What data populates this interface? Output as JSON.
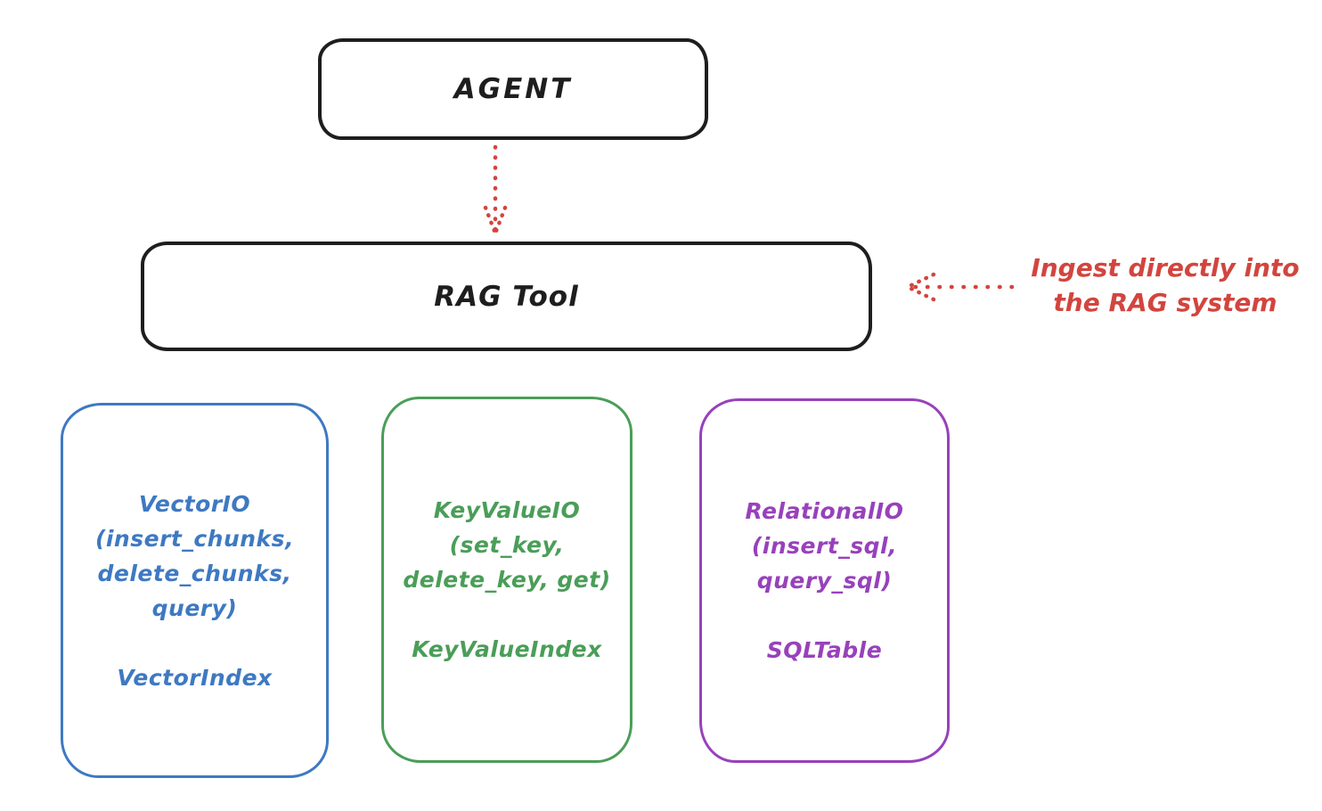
{
  "diagram": {
    "type": "hand-drawn architecture diagram",
    "background": "#ffffff",
    "nodes": {
      "agent": {
        "label": "AGENT",
        "border_color": "#1e1e1e"
      },
      "rag": {
        "label": "RAG Tool",
        "border_color": "#1e1e1e"
      },
      "vector": {
        "lines": [
          "VectorIO",
          "(insert_chunks,",
          "delete_chunks,",
          "query)"
        ],
        "footer": "VectorIndex",
        "color": "#3e79c2"
      },
      "keyvalue": {
        "lines": [
          "KeyValueIO",
          "(set_key,",
          "delete_key, get)"
        ],
        "footer": "KeyValueIndex",
        "color": "#4a9e58"
      },
      "relational": {
        "lines": [
          "RelationalIO",
          "(insert_sql,",
          "query_sql)"
        ],
        "footer": "SQLTable",
        "color": "#9841bb"
      }
    },
    "annotation": {
      "line1": "Ingest directly into",
      "line2": "the RAG system",
      "color": "#d2453e"
    },
    "arrows": {
      "agent_to_rag": {
        "style": "dotted",
        "direction": "down",
        "color": "#d2453e"
      },
      "ingest_to_rag": {
        "style": "dotted",
        "direction": "left",
        "color": "#d2453e"
      }
    }
  }
}
